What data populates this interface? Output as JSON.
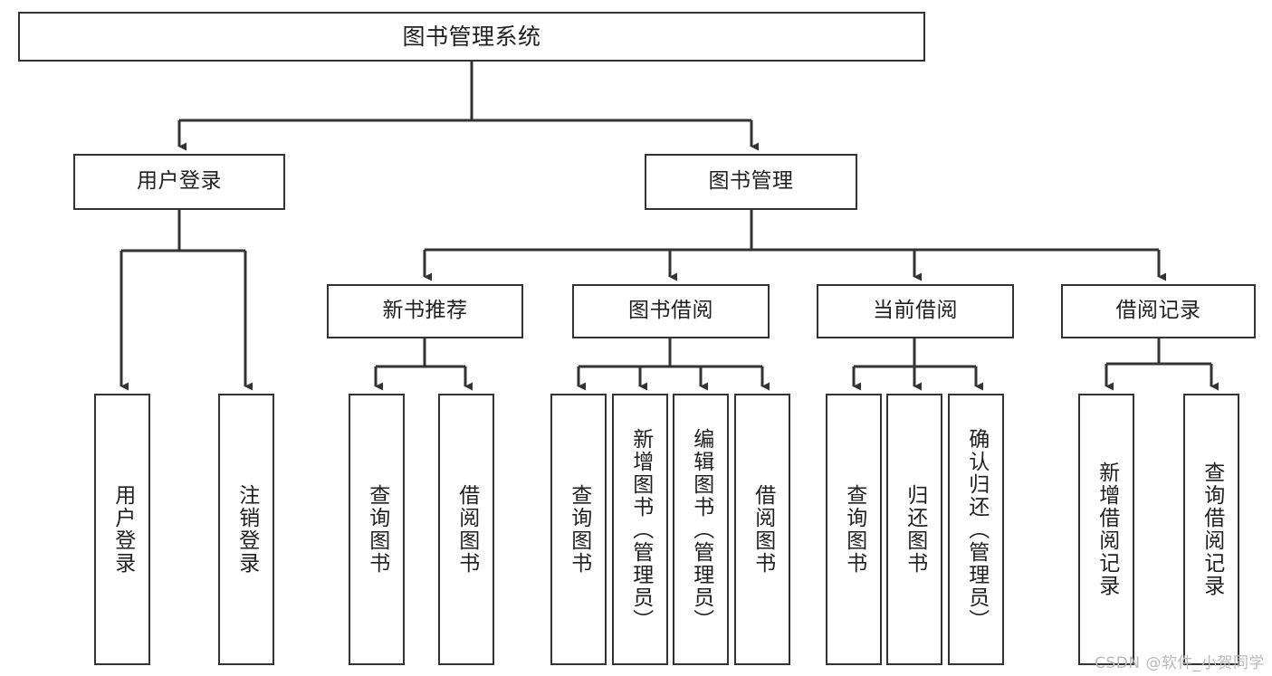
{
  "diagram": {
    "title": "图书管理系统",
    "type": "tree-hierarchy-diagram",
    "colors": {
      "box_border": "#333333",
      "box_fill": "#ffffff",
      "connector": "#333333",
      "text": "#1f1f1f",
      "watermark": "#b9b9b9",
      "background": "#ffffff"
    },
    "root": {
      "label": "图书管理系统"
    },
    "level2": [
      {
        "label": "用户登录"
      },
      {
        "label": "图书管理"
      }
    ],
    "level3": [
      {
        "label": "新书推荐"
      },
      {
        "label": "图书借阅"
      },
      {
        "label": "当前借阅"
      },
      {
        "label": "借阅记录"
      }
    ],
    "leaves": {
      "user_login": [
        {
          "label": "用户登录"
        },
        {
          "label": "注销登录"
        }
      ],
      "new_book_recommend": [
        {
          "label": "查询图书"
        },
        {
          "label": "借阅图书"
        }
      ],
      "book_borrow": [
        {
          "label": "查询图书"
        },
        {
          "label": "新增图书（管理员）"
        },
        {
          "label": "编辑图书（管理员）"
        },
        {
          "label": "借阅图书"
        }
      ],
      "current_borrow": [
        {
          "label": "查询图书"
        },
        {
          "label": "归还图书"
        },
        {
          "label": "确认归还（管理员）"
        }
      ],
      "borrow_record": [
        {
          "label": "新增借阅记录"
        },
        {
          "label": "查询借阅记录"
        }
      ]
    }
  },
  "watermark": {
    "text": "CSDN @软件_小贺同学"
  }
}
